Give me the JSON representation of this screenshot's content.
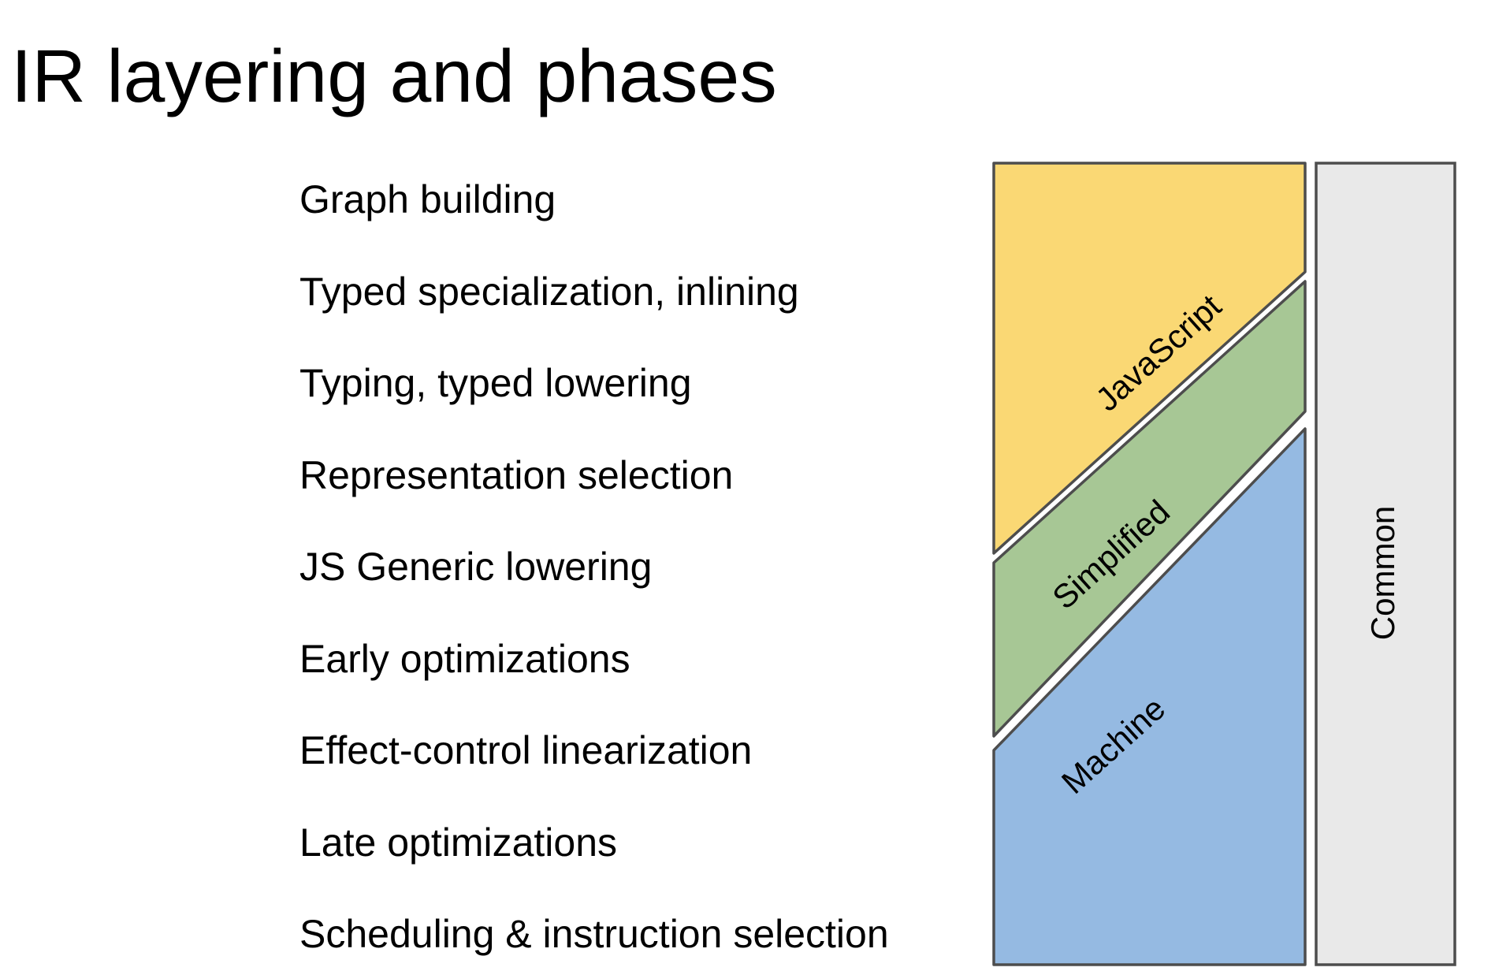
{
  "slide": {
    "title": "IR layering and phases",
    "phases": [
      "Graph building",
      "Typed specialization, inlining",
      "Typing, typed lowering",
      "Representation selection",
      "JS Generic lowering",
      "Early optimizations",
      "Effect-control linearization",
      "Late optimizations",
      "Scheduling & instruction selection"
    ],
    "diagram": {
      "layers": [
        {
          "label": "JavaScript",
          "color": "#FAD874"
        },
        {
          "label": "Simplified",
          "color": "#A7C795"
        },
        {
          "label": "Machine",
          "color": "#95BAE2"
        }
      ],
      "side_bar": {
        "label": "Common",
        "color": "#E9E9E9"
      },
      "border_color": "#4D4D4D",
      "text_color": "#000000"
    }
  }
}
